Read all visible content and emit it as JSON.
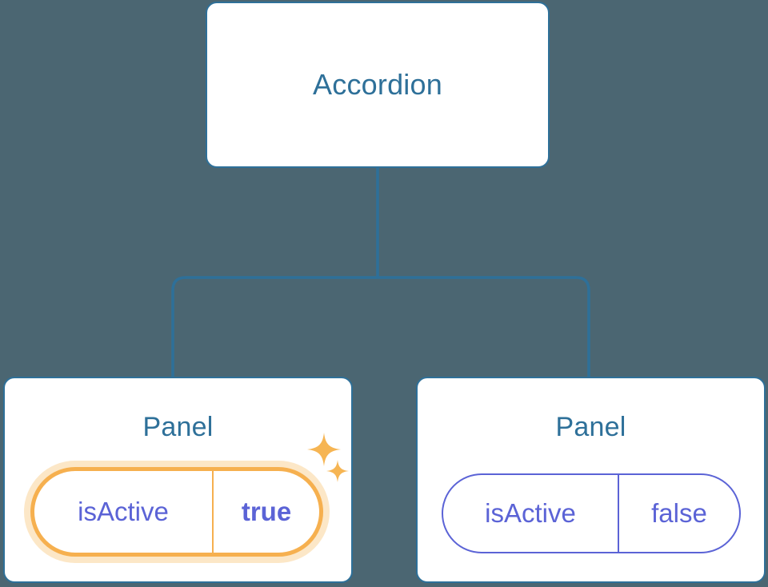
{
  "diagram": {
    "type": "component-tree",
    "background_color": "#4b6672",
    "accent_color": "#2e7099",
    "prop_color": "#5b63d6",
    "highlight_color": "#f6b04f",
    "highlight_glow_color": "#fbdca8",
    "root": {
      "title": "Accordion"
    },
    "children": [
      {
        "title": "Panel",
        "highlighted": true,
        "prop": {
          "name": "isActive",
          "value": "true"
        },
        "sparkles": [
          {
            "icon": "sparkle-icon",
            "size": "large"
          },
          {
            "icon": "sparkle-icon",
            "size": "small"
          }
        ]
      },
      {
        "title": "Panel",
        "highlighted": false,
        "prop": {
          "name": "isActive",
          "value": "false"
        }
      }
    ],
    "edges": [
      {
        "from": "Accordion",
        "to": "Panel-0"
      },
      {
        "from": "Accordion",
        "to": "Panel-1"
      }
    ]
  }
}
